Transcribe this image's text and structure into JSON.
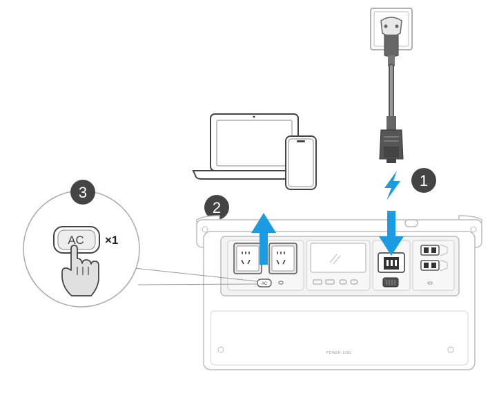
{
  "steps": {
    "step1": "1",
    "step2": "2",
    "step3": "3"
  },
  "callout": {
    "button_label": "AC",
    "press_count": "×1"
  },
  "station": {
    "model": "POWER 1000",
    "panel_ac_label": "AC"
  },
  "colors": {
    "arrow_blue": "#1a9be2",
    "badge": "#444444",
    "outline": "#c8c8c8",
    "panel_fill": "#f3f3f3"
  },
  "icons": [
    "wall-socket-icon",
    "ac-plug-icon",
    "laptop-icon",
    "phone-icon",
    "lightning-icon",
    "hand-press-icon"
  ]
}
